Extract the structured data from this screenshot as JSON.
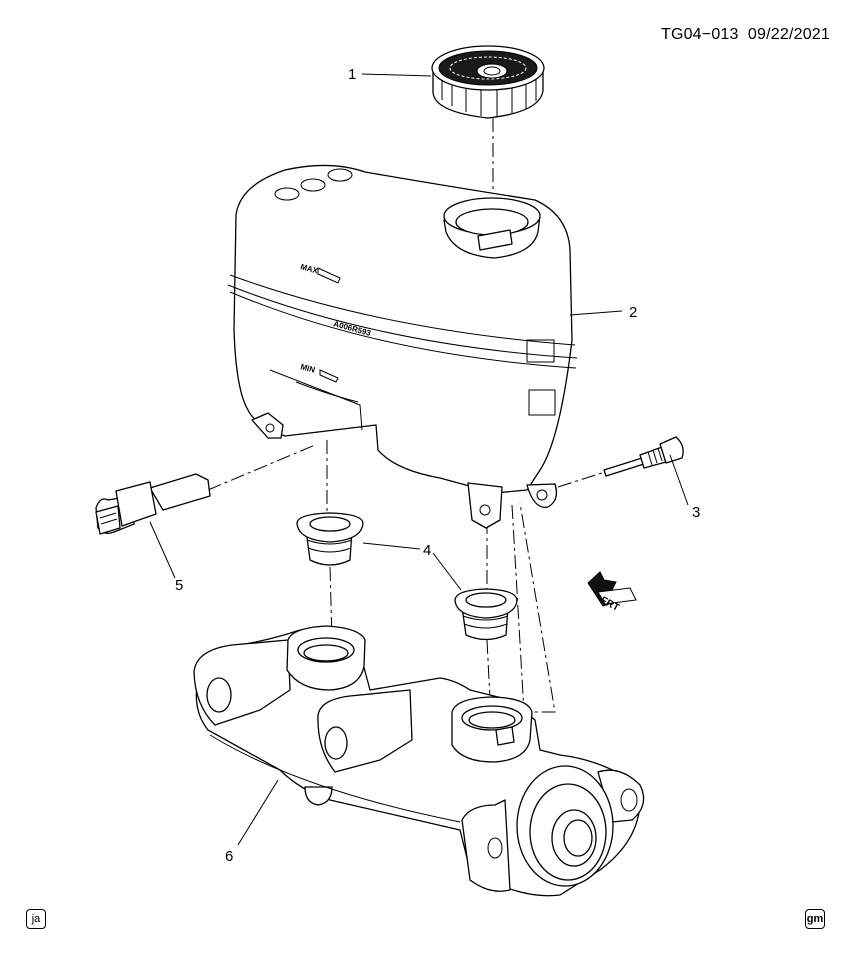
{
  "document_id": "TG04−013",
  "document_date": "09/22/2021",
  "reservoir_markings": {
    "max": "MAX",
    "min": "MIN",
    "part_code": "A006R593"
  },
  "direction_arrow": {
    "label": "FRT",
    "icon": "front-arrow-icon"
  },
  "callouts": [
    {
      "number": "1",
      "part": "reservoir-cap"
    },
    {
      "number": "2",
      "part": "reservoir"
    },
    {
      "number": "3",
      "part": "retaining-pin"
    },
    {
      "number": "4",
      "part": "reservoir-grommet"
    },
    {
      "number": "4",
      "part": "reservoir-grommet"
    },
    {
      "number": "5",
      "part": "fluid-level-sensor"
    },
    {
      "number": "6",
      "part": "master-cylinder"
    }
  ],
  "corner_badges": {
    "left": "ja",
    "right": "gm"
  }
}
